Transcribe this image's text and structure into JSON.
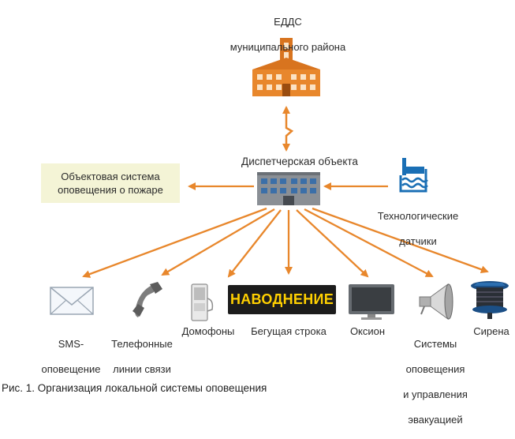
{
  "top_node": {
    "line1": "ЕДДС",
    "line2": "муниципального района",
    "icon": "municipal-building-icon"
  },
  "dispatch": {
    "label": "Диспетчерская объекта",
    "icon": "dispatch-building-icon"
  },
  "fire_system": {
    "line1": "Объектовая система",
    "line2": "оповещения о пожаре"
  },
  "sensors": {
    "line1": "Технологические",
    "line2": "датчики",
    "icon": "water-level-sensor-icon"
  },
  "outputs": {
    "sms": {
      "line1": "SMS-",
      "line2": "оповещение",
      "icon": "envelope-icon"
    },
    "phone": {
      "line1": "Телефонные",
      "line2": "линии связи",
      "icon": "phone-handset-icon"
    },
    "intercom": {
      "label": "Домофоны",
      "icon": "intercom-icon"
    },
    "ticker": {
      "label": "Бегущая строка",
      "display_text": "НАВОДНЕНИЕ"
    },
    "oxion": {
      "label": "Оксион",
      "icon": "monitor-icon"
    },
    "evac": {
      "line1": "Системы",
      "line2": "оповещения",
      "line3": "и управления",
      "line4": "эвакуацией",
      "icon": "loudspeaker-icon"
    },
    "siren": {
      "label": "Сирена",
      "icon": "siren-icon"
    }
  },
  "caption": "Рис. 1. Организация локальной системы оповещения",
  "colors": {
    "arrow": "#e8872c",
    "building": "#e8872c",
    "fire_box": "#f4f4d6",
    "sensor": "#1a6fb5",
    "ticker_text": "#ffd000"
  }
}
